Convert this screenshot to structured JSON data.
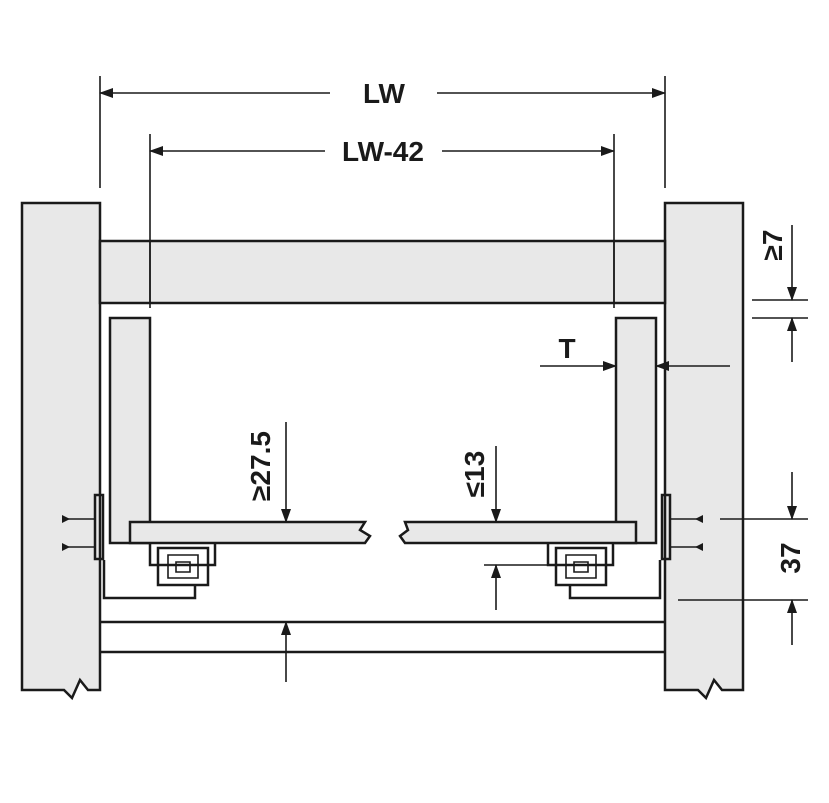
{
  "labels": {
    "lw": "LW",
    "lw_minus": "LW-42",
    "top_gap": "≥7",
    "thickness": "T",
    "bottom_left": "≥27.5",
    "bottom_right": "≤13",
    "side_height": "37"
  },
  "colors": {
    "panel_fill": "#e8e8e8",
    "line": "#1a1a1a",
    "background": "#ffffff"
  }
}
